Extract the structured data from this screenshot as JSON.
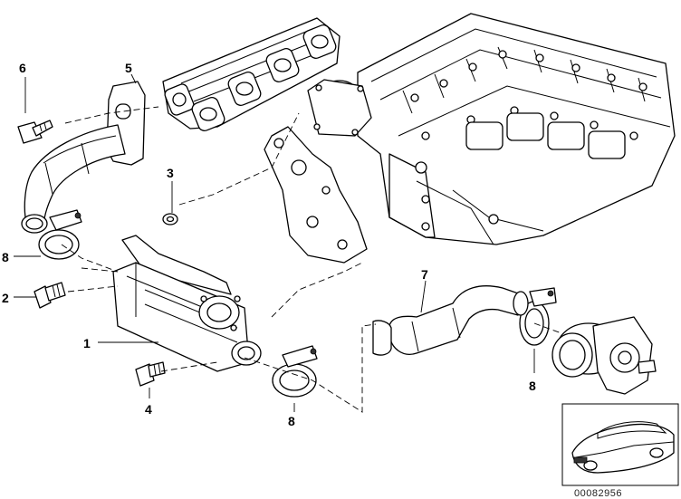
{
  "diagram": {
    "doc_number": "00082956",
    "callouts": [
      {
        "id": "c1",
        "label": "1"
      },
      {
        "id": "c2",
        "label": "2"
      },
      {
        "id": "c3",
        "label": "3"
      },
      {
        "id": "c4",
        "label": "4"
      },
      {
        "id": "c5",
        "label": "5"
      },
      {
        "id": "c6",
        "label": "6"
      },
      {
        "id": "c7",
        "label": "7"
      },
      {
        "id": "c8a",
        "label": "8"
      },
      {
        "id": "c8b",
        "label": "8"
      },
      {
        "id": "c8c",
        "label": "8"
      }
    ]
  }
}
